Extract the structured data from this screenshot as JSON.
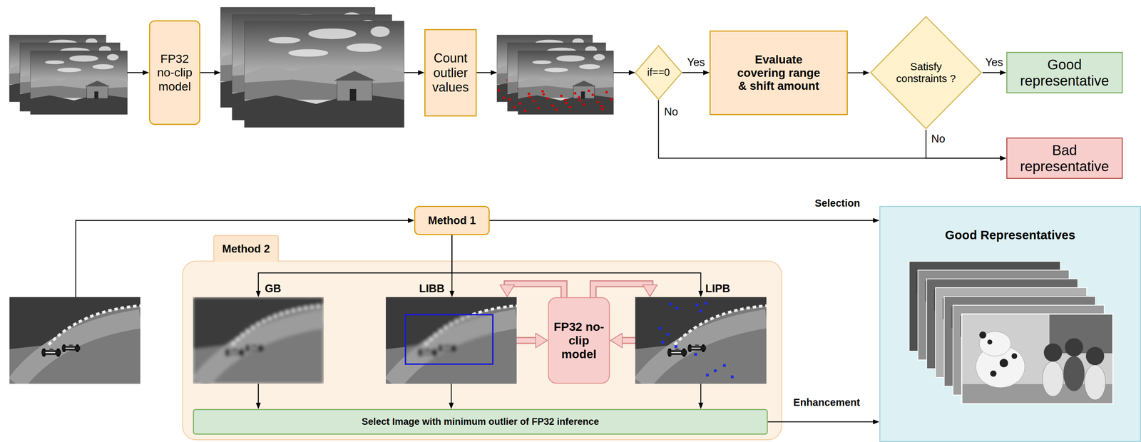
{
  "diagram": {
    "nodes": [
      {
        "text": [
          "FP32 no-clip model"
        ]
      },
      {
        "text": [
          "Count outlier values"
        ]
      },
      {
        "text": [
          "if==0"
        ]
      },
      {
        "text": [
          "Evaluate covering range & shift amount"
        ]
      },
      {
        "text": [
          "Satisfy constraints ?"
        ]
      },
      {
        "text": [
          "Good representative"
        ]
      },
      {
        "text": [
          "Bad representative"
        ]
      },
      {
        "text": [
          "Method 1"
        ]
      },
      {
        "text": [
          "Method 2"
        ]
      },
      {
        "text": [
          "GB"
        ],
        "in": 8
      },
      {
        "text": [
          "LIBB"
        ],
        "in": 8
      },
      {
        "text": [
          "FP32 no-clip model"
        ],
        "in": 8
      },
      {
        "text": [
          "LIPB"
        ],
        "in": 8
      },
      {
        "text": [
          "Select Image with minimum outlier of FP32 inference"
        ],
        "in": 8
      },
      {
        "text": [
          "Good Representatives"
        ]
      }
    ],
    "edges": [
      {
        "from": 2,
        "to": 3,
        "arrow": "to",
        "label": "Yes"
      },
      {
        "from": 3,
        "to": 4,
        "arrow": "to"
      },
      {
        "from": 4,
        "to": 5,
        "arrow": "to",
        "label": "Yes"
      },
      {
        "from": 4,
        "to": 6,
        "arrow": "to",
        "label": "No"
      },
      {
        "from": 2,
        "to": 6,
        "arrow": "to",
        "label": "No"
      },
      {
        "from": 7,
        "to": 9,
        "arrow": "to"
      },
      {
        "from": 7,
        "to": 10,
        "arrow": "to"
      },
      {
        "from": 7,
        "to": 12,
        "arrow": "to"
      },
      {
        "from": 7,
        "to": 14,
        "arrow": "to",
        "label": "Selection"
      },
      {
        "from": 10,
        "to": 11,
        "arrow": "to"
      },
      {
        "from": 11,
        "to": 10,
        "arrow": "to"
      },
      {
        "from": 11,
        "to": 12,
        "arrow": "to"
      },
      {
        "from": 12,
        "to": 11,
        "arrow": "to"
      },
      {
        "from": 9,
        "to": 13,
        "arrow": "to"
      },
      {
        "from": 10,
        "to": 13,
        "arrow": "to"
      },
      {
        "from": 12,
        "to": 13,
        "arrow": "to"
      },
      {
        "from": 13,
        "to": 14,
        "arrow": "to",
        "label": "Enhancement"
      }
    ]
  }
}
